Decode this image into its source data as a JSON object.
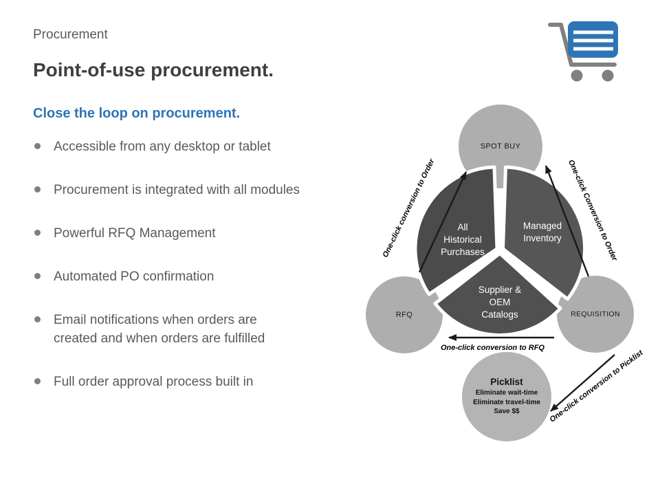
{
  "slide": {
    "kicker": "Procurement",
    "title": "Point-of-use procurement.",
    "subtitle": "Close the loop on procurement."
  },
  "bullets": {
    "items": [
      "Accessible from any desktop or tablet",
      "Procurement is integrated with all modules",
      "Powerful RFQ Management",
      "Automated PO confirmation",
      "Email notifications when orders are\ncreated and when orders are fulfilled",
      "Full order approval process built in"
    ]
  },
  "diagram": {
    "nodes": {
      "spot_buy": "SPOT BUY",
      "rfq": "RFQ",
      "requisition": "REQUISITION",
      "picklist": {
        "title": "Picklist",
        "lines": [
          "Eliminate wait-time",
          "Eliminate travel-time",
          "Save $$"
        ]
      }
    },
    "pie": {
      "all_historical": [
        "All",
        "Historical",
        "Purchases"
      ],
      "managed_inventory": [
        "Managed",
        "Inventory"
      ],
      "supplier_catalogs": [
        "Supplier &",
        "OEM",
        "Catalogs"
      ]
    },
    "arrows": {
      "rfq_to_order": "One-click conversion to Order",
      "requisition_to_order": "One-click Conversion to Order",
      "requisition_to_rfq": "One-click conversion to RFQ",
      "requisition_to_picklist": "One-click conversion to Picklist"
    }
  },
  "icons": {
    "cart": "shopping-cart-icon"
  },
  "colors": {
    "accent_blue": "#2E75B6",
    "title_gray": "#3F3F3F",
    "body_gray": "#595959",
    "node_gray": "#AEAEAE",
    "pie_dark": "#4C4C4C"
  }
}
